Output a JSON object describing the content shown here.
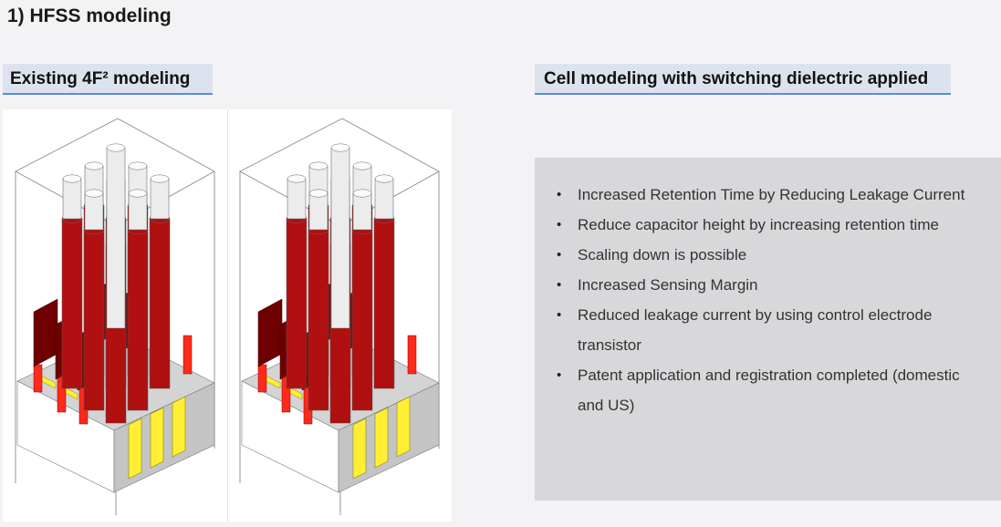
{
  "title": "1) HFSS modeling",
  "left_header": "Existing 4F² modeling",
  "right_header": "Cell modeling with switching dielectric applied",
  "bullets": [
    "Increased Retention Time by Reducing Leakage Current",
    "Reduce capacitor height by increasing retention time",
    "Scaling down is possible",
    "Increased Sensing Margin",
    "Reduced leakage current by using control electrode transistor",
    "Patent application and registration completed (domestic and US)"
  ],
  "bullet_glyph": "•",
  "colors": {
    "pillar_red": "#b01010",
    "pillar_dark": "#6e0000",
    "bright_red": "#ff2a1a",
    "yellow": "#ffee33",
    "cylinder_white": "#ececec",
    "substrate_gray": "#c4c4c4"
  }
}
